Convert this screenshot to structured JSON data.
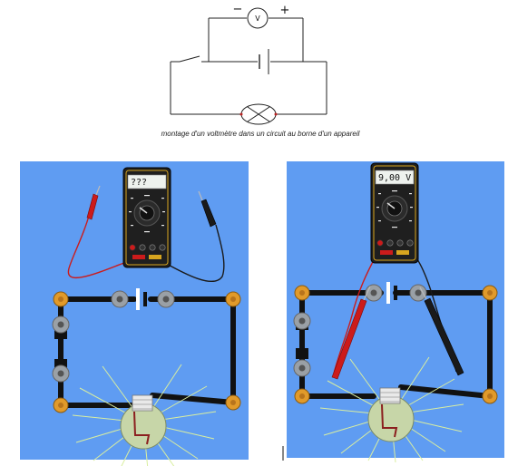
{
  "schematic": {
    "minus_sign": "−",
    "plus_sign": "+",
    "voltmeter_symbol": "V",
    "caption": "montage d'un voltmètre dans un circuit au borne d'un appareil"
  },
  "left_scene": {
    "meter_reading": "???"
  },
  "right_scene": {
    "meter_reading": "9,00 V"
  },
  "colors": {
    "background": "#5f9cf2",
    "wire": "#111111",
    "node": "#e19a2a",
    "probe_red": "#cc1b1b",
    "probe_black": "#1a1a1a",
    "meter_body": "#1f1f1f",
    "meter_trim": "#d7a51f",
    "lcd": "#eef2ee",
    "bulb_glass": "#c7d6a8",
    "light_rays": "#d9eea0"
  },
  "icons": [
    "voltmeter-symbol-icon",
    "battery-symbol-icon",
    "lamp-symbol-icon",
    "switch-symbol-icon",
    "multimeter-icon",
    "light-bulb-icon"
  ]
}
